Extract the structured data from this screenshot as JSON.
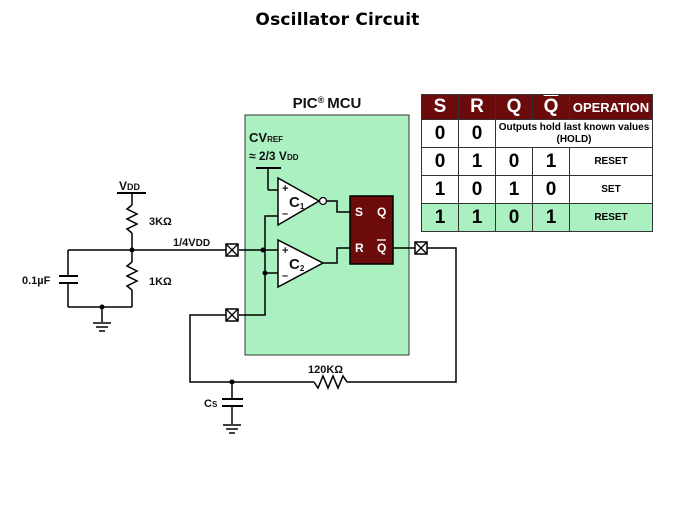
{
  "title": "Oscillator Circuit",
  "colors": {
    "mcu_fill": "#aaf0c0",
    "latch_fill": "#6b0b0b",
    "table_header": "#6b0b0b",
    "table_highlight_row": "#aaf0c0"
  },
  "mcu": {
    "label": "PIC",
    "reg": "®",
    "label_suffix": "MCU",
    "cvref_label": "CV",
    "cvref_sub": "REF",
    "cvref_value_prefix": "≈ 2/3 V",
    "cvref_value_sub": "DD",
    "comparator1": {
      "label": "C",
      "sub": "1",
      "plus": "+",
      "minus": "–"
    },
    "comparator2": {
      "label": "C",
      "sub": "2",
      "plus": "+",
      "minus": "–"
    },
    "latch": {
      "s": "S",
      "r": "R",
      "q": "Q",
      "qbar": "Q"
    }
  },
  "external": {
    "vdd_label": "V",
    "vdd_sub": "DD",
    "r_top": "3KΩ",
    "r_bottom": "1KΩ",
    "cap": "0.1µF",
    "divider_node": "1/4V",
    "divider_node_sub": "DD",
    "r_feedback": "120KΩ",
    "cs_label": "C",
    "cs_sub": "S"
  },
  "truth_table": {
    "headers": [
      "S",
      "R",
      "Q",
      "Q",
      "OPERATION"
    ],
    "rows": [
      {
        "s": "0",
        "r": "0",
        "merged": "Outputs hold last known values (HOLD)",
        "highlight": false
      },
      {
        "s": "0",
        "r": "1",
        "q": "0",
        "qbar": "1",
        "op": "RESET",
        "highlight": false
      },
      {
        "s": "1",
        "r": "0",
        "q": "1",
        "qbar": "0",
        "op": "SET",
        "highlight": false
      },
      {
        "s": "1",
        "r": "1",
        "q": "0",
        "qbar": "1",
        "op": "RESET",
        "highlight": true
      }
    ]
  }
}
